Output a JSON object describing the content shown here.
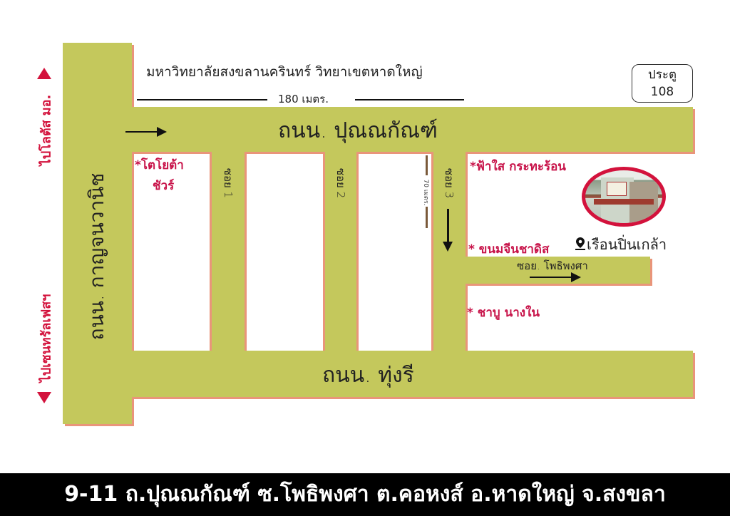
{
  "map": {
    "university_label": "มหาวิทยาลัยสงขลานครินทร์ วิทยาเขตหาดใหญ่",
    "distance_top": "180 เมตร.",
    "distance_soi3": "70 เมตร.",
    "gate": {
      "line1": "ประตู",
      "line2": "108"
    },
    "roads": {
      "top": "ถนน. ปุณณกัณฑ์",
      "bottom": "ถนน. ทุ่งรี",
      "left": "ถนน. กาญจนวานิช",
      "soi1": "ซอย 1",
      "soi2": "ซอย 2",
      "soi3": "ซอย 3",
      "branch": "ซอย. โพธิพงศา"
    },
    "directions": {
      "up": "ไปโลตัส มอ.",
      "down": "ไปเซนทรัลเฟสฯ"
    },
    "landmarks": [
      {
        "name": "*โตโยต้า",
        "name2": "ชัวร์"
      },
      {
        "name": "*ฟ้าใส กระทะร้อน"
      },
      {
        "name": "* ขนมจีนชาดิส"
      },
      {
        "name": "* ชาบู นางใน"
      }
    ],
    "destination": {
      "name": "เรือนปิ่นเกล้า",
      "icon": "map-pin-icon"
    },
    "colors": {
      "road": "#c4c85c",
      "road_edge": "#e9957a",
      "accent": "#d3123c",
      "poi": "#c8144a"
    }
  },
  "footer": {
    "address": "9-11 ถ.ปุณณกัณฑ์ ซ.โพธิพงศา ต.คอหงส์ อ.หาดใหญ่ จ.สงขลา"
  }
}
